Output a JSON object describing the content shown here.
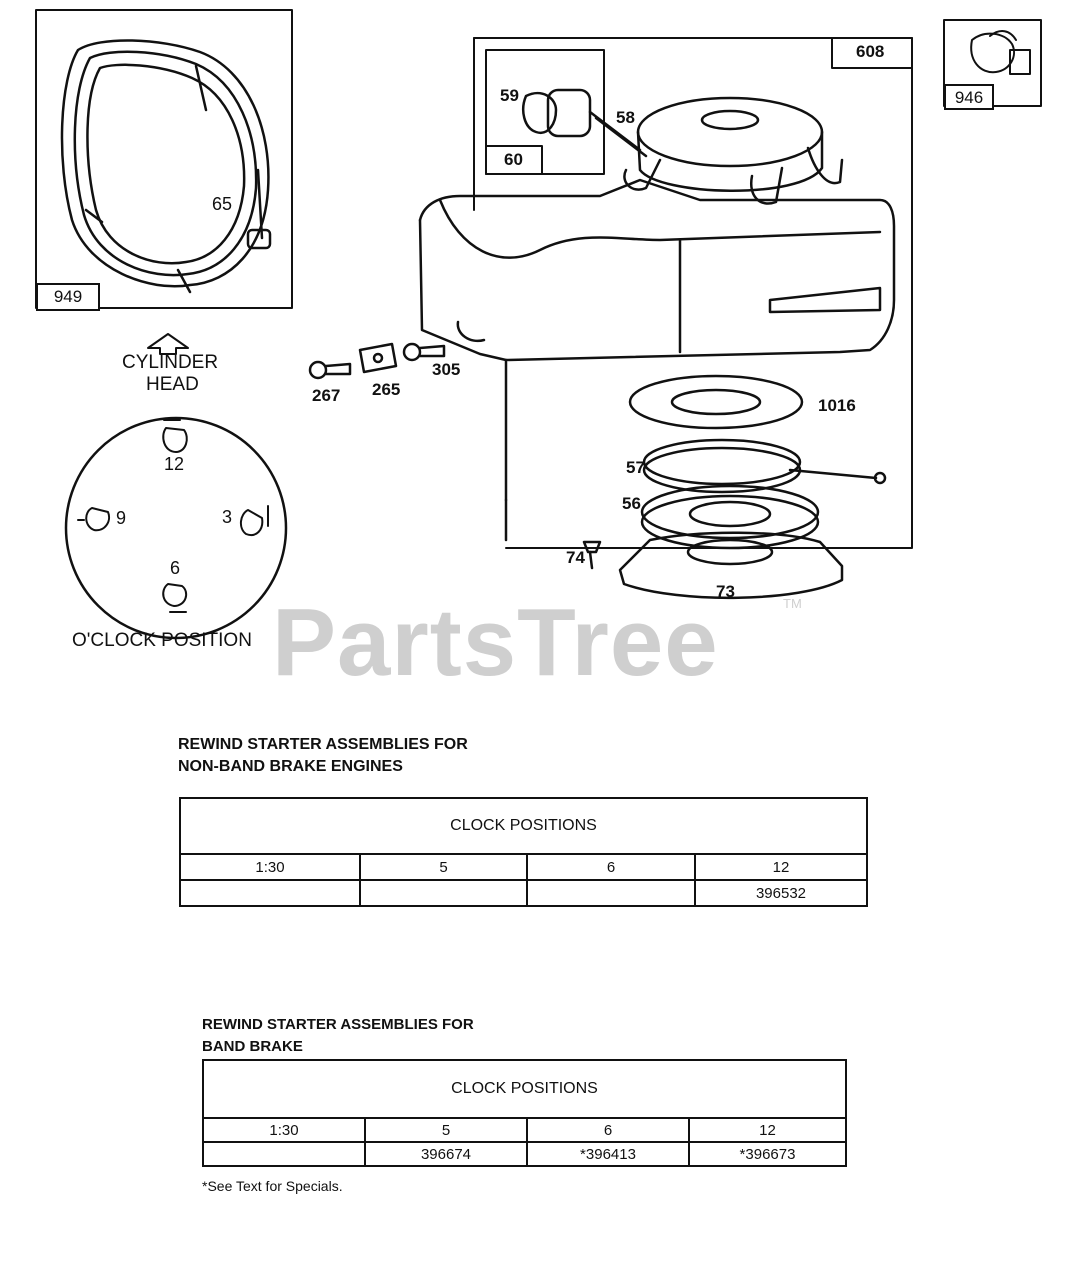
{
  "watermark": {
    "text": "PartsTree",
    "tm": "TM"
  },
  "callouts": {
    "c65": "65",
    "c949": "949",
    "c608": "608",
    "c946": "946",
    "c59": "59",
    "c58": "58",
    "c60": "60",
    "c267": "267",
    "c265": "265",
    "c305": "305",
    "c1016": "1016",
    "c57": "57",
    "c56": "56",
    "c74": "74",
    "c73": "73"
  },
  "head_label": {
    "line1": "CYLINDER",
    "line2": "HEAD"
  },
  "clock": {
    "n12": "12",
    "n3": "3",
    "n6": "6",
    "n9": "9",
    "caption": "O'CLOCK POSITION"
  },
  "table1": {
    "title_line1": "REWIND STARTER ASSEMBLIES FOR",
    "title_line2": "NON-BAND BRAKE ENGINES",
    "header": "CLOCK POSITIONS",
    "columns": [
      "1:30",
      "5",
      "6",
      "12"
    ],
    "values": [
      "",
      "",
      "",
      "396532"
    ]
  },
  "table2": {
    "title_line1": "REWIND STARTER ASSEMBLIES FOR",
    "title_line2": "BAND BRAKE",
    "header": "CLOCK POSITIONS",
    "columns": [
      "1:30",
      "5",
      "6",
      "12"
    ],
    "values": [
      "",
      "396674",
      "*396413",
      "*396673"
    ],
    "footnote": "*See Text for Specials."
  }
}
